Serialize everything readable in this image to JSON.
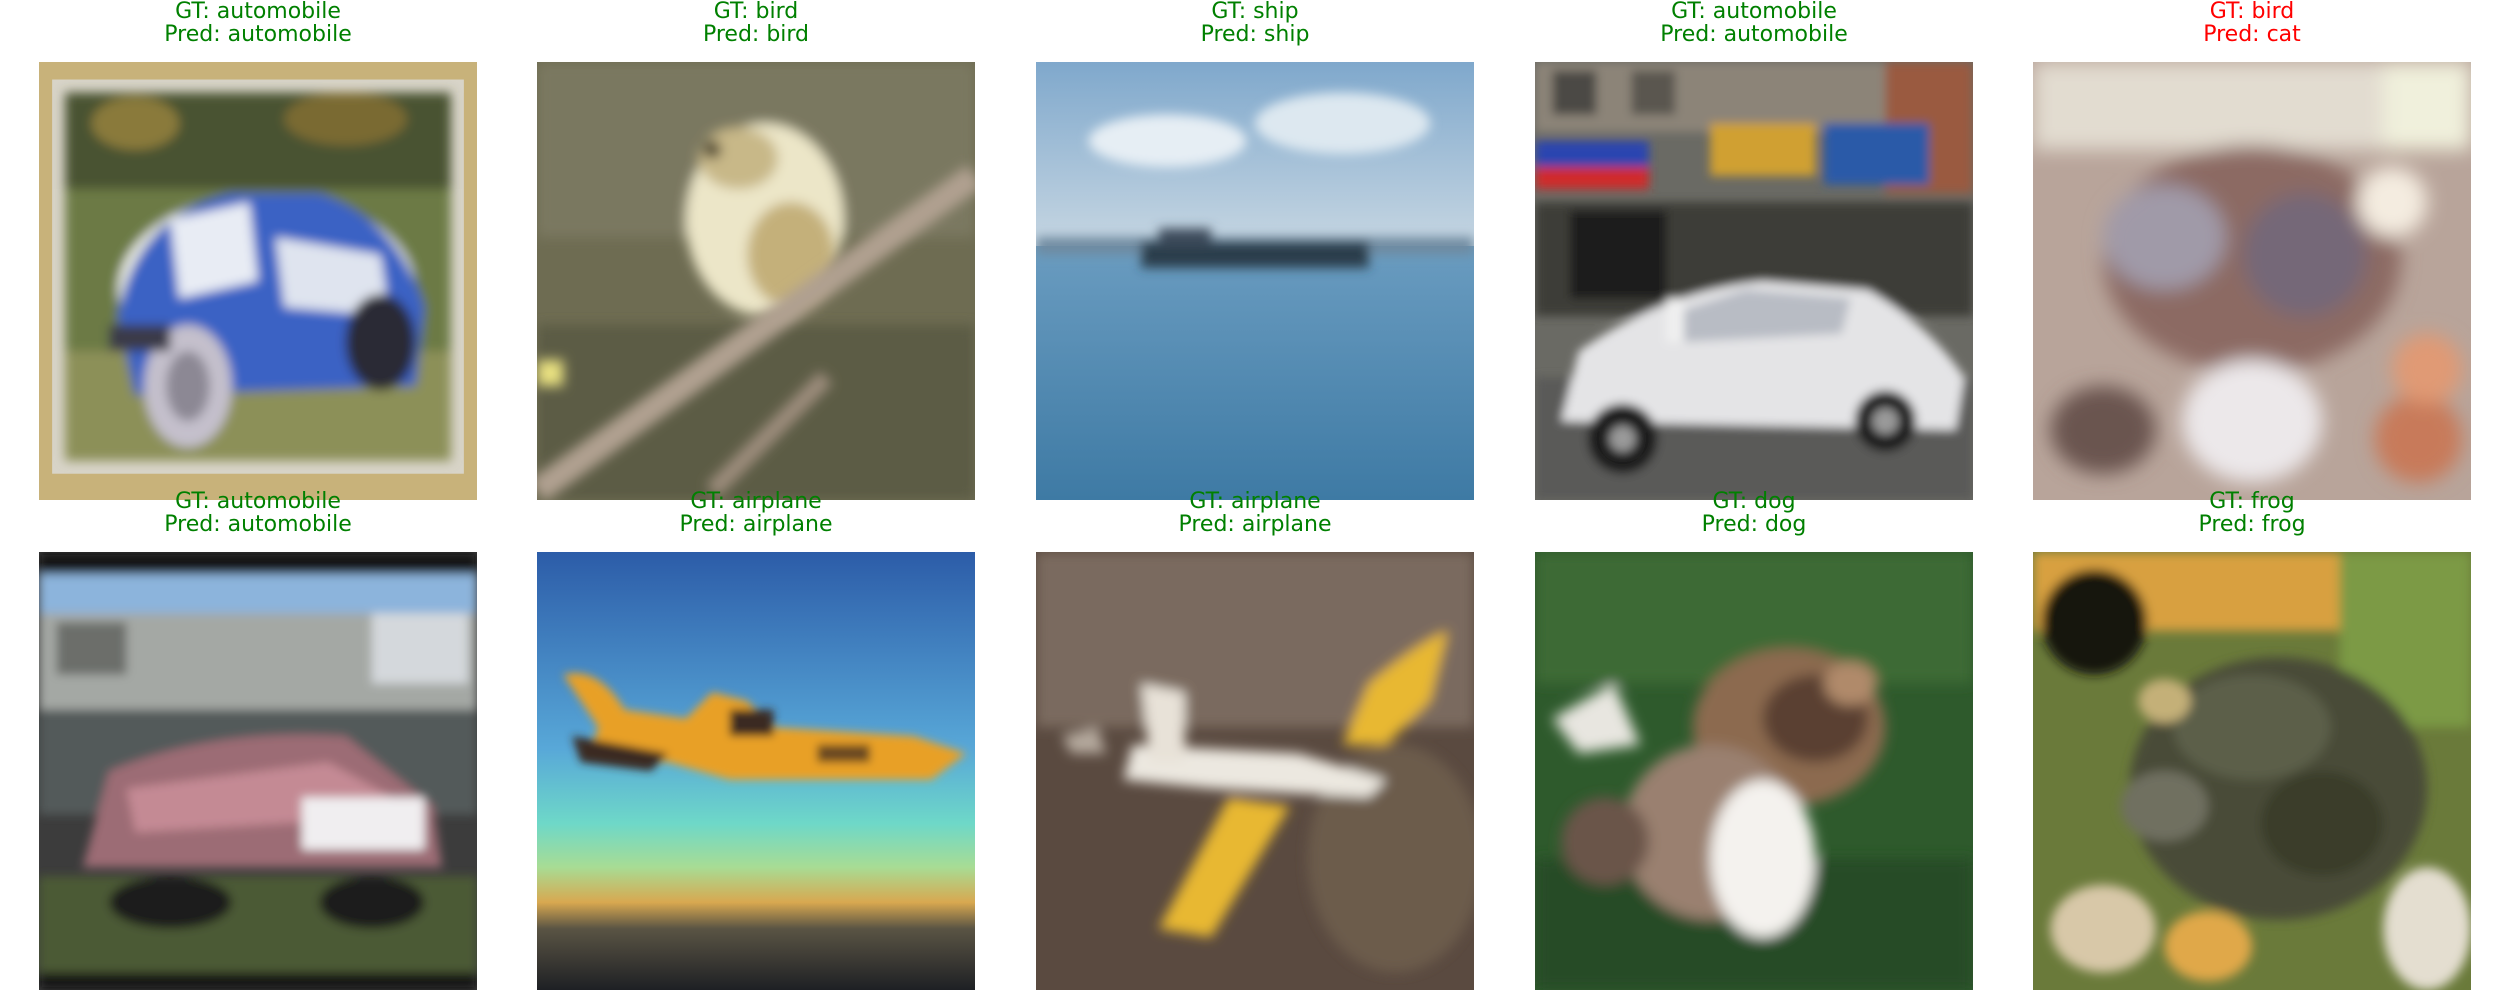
{
  "colors": {
    "correct": "#008000",
    "incorrect": "#ff0000"
  },
  "panels": [
    {
      "gt_label": "GT: automobile",
      "pred_label": "Pred: automobile",
      "status": "correct",
      "scene": "blue-vintage-car"
    },
    {
      "gt_label": "GT: bird",
      "pred_label": "Pred: bird",
      "status": "correct",
      "scene": "bird-on-branch"
    },
    {
      "gt_label": "GT: ship",
      "pred_label": "Pred: ship",
      "status": "correct",
      "scene": "ship-on-sea"
    },
    {
      "gt_label": "GT: automobile",
      "pred_label": "Pred: automobile",
      "status": "correct",
      "scene": "white-sedan-street"
    },
    {
      "gt_label": "GT: bird",
      "pred_label": "Pred: cat",
      "status": "incorrect",
      "scene": "blurry-animal"
    },
    {
      "gt_label": "GT: automobile",
      "pred_label": "Pred: automobile",
      "status": "correct",
      "scene": "red-car-parking"
    },
    {
      "gt_label": "GT: airplane",
      "pred_label": "Pred: airplane",
      "status": "correct",
      "scene": "yellow-plane-sunset"
    },
    {
      "gt_label": "GT: airplane",
      "pred_label": "Pred: airplane",
      "status": "correct",
      "scene": "white-yellow-plane"
    },
    {
      "gt_label": "GT: dog",
      "pred_label": "Pred: dog",
      "status": "correct",
      "scene": "dog-on-grass"
    },
    {
      "gt_label": "GT: frog",
      "pred_label": "Pred: frog",
      "status": "correct",
      "scene": "frog-closeup"
    }
  ]
}
